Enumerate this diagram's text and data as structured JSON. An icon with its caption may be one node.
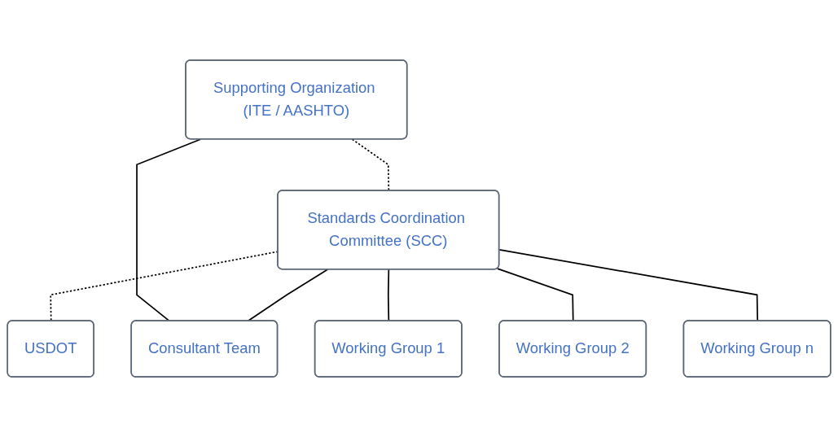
{
  "diagram": {
    "nodes": [
      {
        "text": [
          "Supporting Organization (ITE / AASHTO)"
        ]
      },
      {
        "text": [
          "Standards Coordination Committee (SCC)"
        ]
      },
      {
        "text": [
          "USDOT"
        ]
      },
      {
        "text": [
          "Consultant Team"
        ]
      },
      {
        "text": [
          "Working Group 1"
        ]
      },
      {
        "text": [
          "Working Group 2"
        ]
      },
      {
        "text": [
          "Working Group n"
        ]
      }
    ],
    "edges": [
      {
        "from": 0,
        "to": 1,
        "arrow": "none",
        "style": "dashed"
      },
      {
        "from": 1,
        "to": 2,
        "arrow": "none",
        "style": "dashed"
      },
      {
        "from": 0,
        "to": 3,
        "arrow": "none"
      },
      {
        "from": 1,
        "to": 3,
        "arrow": "none"
      },
      {
        "from": 1,
        "to": 4,
        "arrow": "none"
      },
      {
        "from": 1,
        "to": 5,
        "arrow": "none"
      },
      {
        "from": 1,
        "to": 6,
        "arrow": "none"
      }
    ]
  }
}
